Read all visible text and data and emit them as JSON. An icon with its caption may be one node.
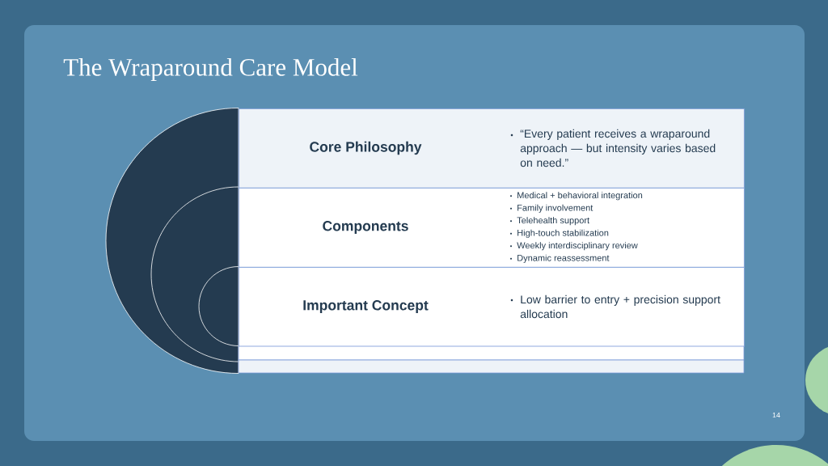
{
  "diagram": {
    "title": "The Wraparound Care Model",
    "nodes": [
      {
        "text": [
          "Core Philosophy",
          "“Every patient receives a wraparound approach — but intensity varies based on need.”"
        ]
      },
      {
        "text": [
          "Components",
          "Medical + behavioral integration",
          "Family involvement",
          "Telehealth support",
          "High-touch stabilization",
          "Weekly interdisciplinary review",
          "Dynamic reassessment"
        ]
      },
      {
        "text": [
          "Important Concept",
          "Low barrier to entry + precision support allocation"
        ]
      }
    ],
    "labels": [
      "14"
    ]
  }
}
